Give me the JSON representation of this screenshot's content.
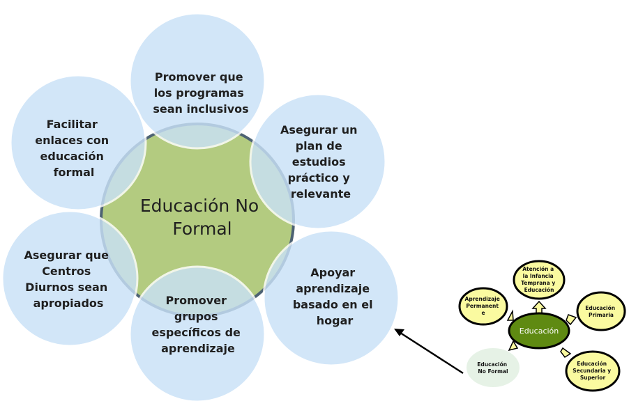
{
  "center": {
    "lines": [
      "Educación No",
      "Formal"
    ]
  },
  "goals": [
    {
      "lines": [
        "Promover que",
        "los programas",
        "sean inclusivos"
      ]
    },
    {
      "lines": [
        "Facilitar",
        "enlaces con",
        "educación",
        "formal"
      ]
    },
    {
      "lines": [
        "Asegurar un",
        "plan de",
        "estudios",
        "práctico y",
        "relevante"
      ]
    },
    {
      "lines": [
        "Asegurar que",
        "Centros",
        "Diurnos sean",
        "apropiados"
      ]
    },
    {
      "lines": [
        "Promover",
        "grupos",
        "específicos de",
        "aprendizaje"
      ]
    },
    {
      "lines": [
        "Apoyar",
        "aprendizaje",
        "basado en el",
        "hogar"
      ]
    }
  ],
  "mini": {
    "center": "Educación",
    "early": [
      "Atención a",
      "la Infancia",
      "Temprana y",
      "Educación"
    ],
    "lifelong": [
      "Aprendizaje",
      "Permanent",
      "e"
    ],
    "primary": [
      "Educación",
      "Primaria"
    ],
    "secondary": [
      "Educación",
      "Secundaria y",
      "Superior"
    ],
    "nonformal": [
      "Educación",
      "No Formal"
    ]
  },
  "colors": {
    "center": "#b3cb80",
    "satellite": "#c9e1f7",
    "mini_center": "#5f8a12",
    "mini_node": "#fafaa0"
  }
}
